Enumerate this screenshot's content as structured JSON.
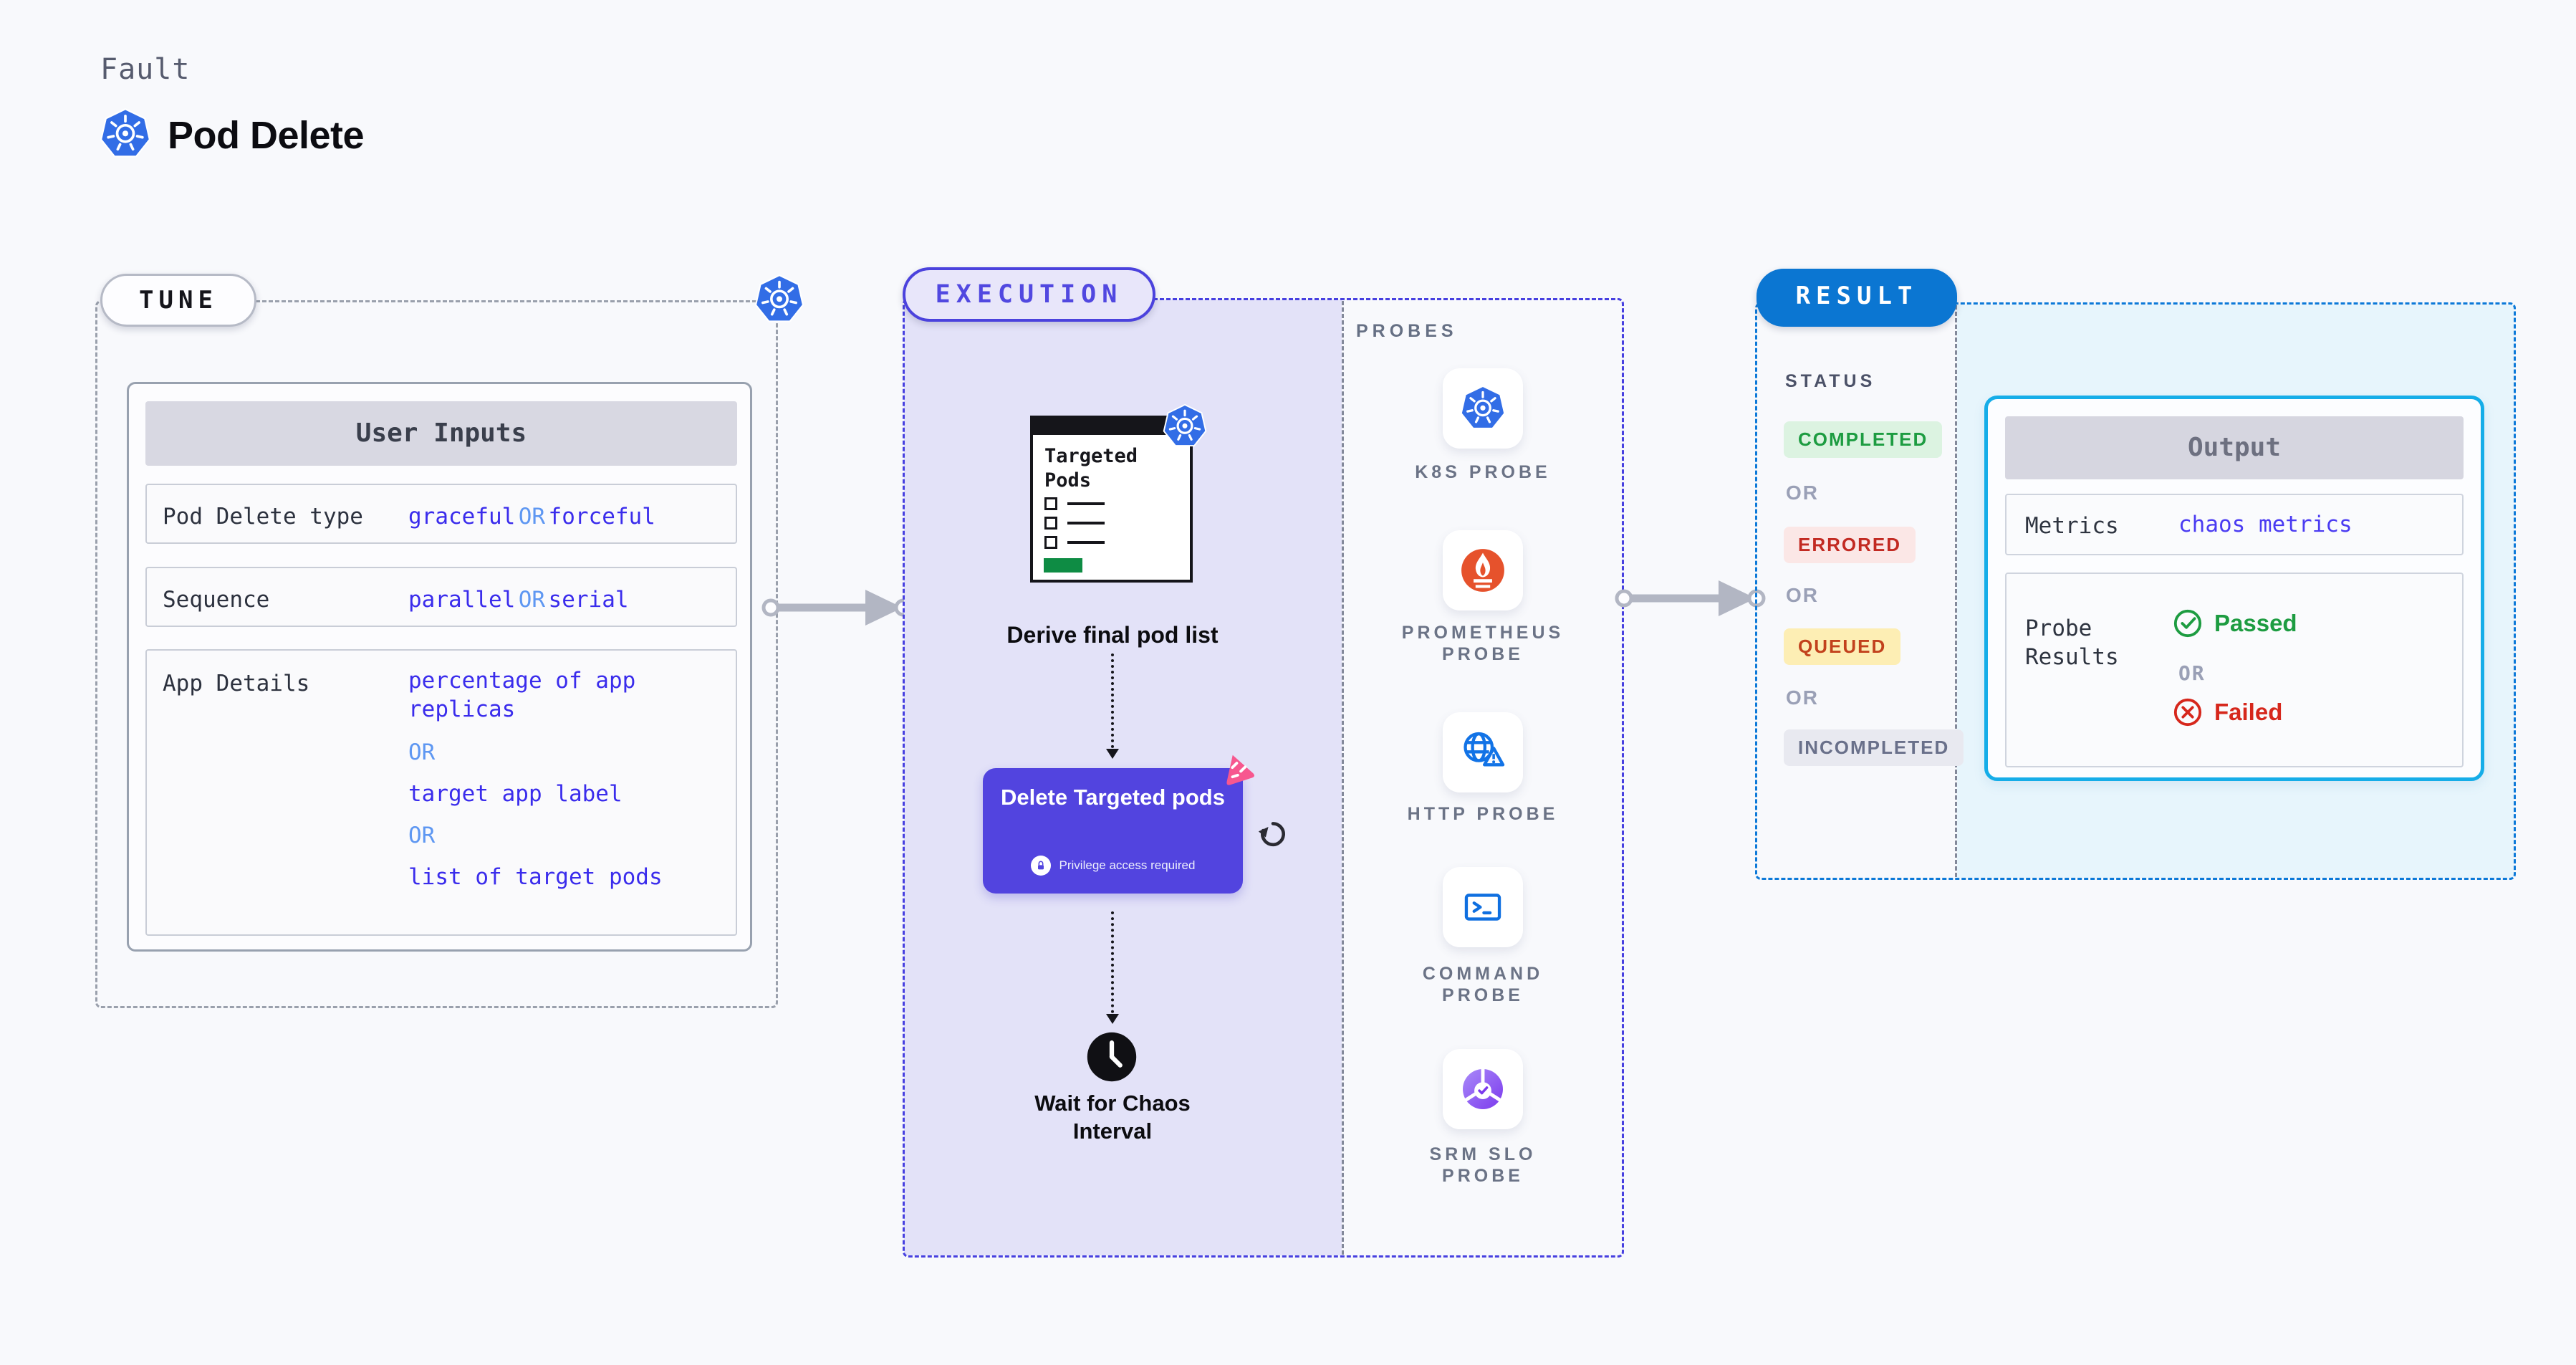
{
  "header": {
    "eyebrow": "Fault",
    "title": "Pod Delete"
  },
  "or_label": "OR",
  "tune": {
    "badge": "TUNE",
    "table": {
      "header": "User Inputs",
      "rows": [
        {
          "label": "Pod Delete type",
          "option1": "graceful",
          "option2": "forceful"
        },
        {
          "label": "Sequence",
          "option1": "parallel",
          "option2": "serial"
        },
        {
          "label": "App Details",
          "option1": "percentage of app replicas",
          "option2": "target app label",
          "option3": "list of target pods"
        }
      ]
    }
  },
  "execution": {
    "badge": "EXECUTION",
    "pods_card": {
      "title": "Targeted Pods"
    },
    "derive_step": "Derive final pod list",
    "delete_step": {
      "title": "Delete Targeted pods",
      "note": "Privilege access required"
    },
    "wait_step": "Wait for Chaos Interval"
  },
  "probes": {
    "header": "PROBES",
    "items": [
      {
        "label": "K8S PROBE",
        "icon": "kubernetes-icon"
      },
      {
        "label": "PROMETHEUS PROBE",
        "icon": "prometheus-icon"
      },
      {
        "label": "HTTP PROBE",
        "icon": "http-globe-icon"
      },
      {
        "label": "COMMAND PROBE",
        "icon": "terminal-icon"
      },
      {
        "label": "SRM SLO PROBE",
        "icon": "srm-slo-icon"
      }
    ]
  },
  "result": {
    "badge": "RESULT",
    "status_header": "STATUS",
    "statuses": [
      {
        "label": "COMPLETED",
        "fg": "#1d9c41",
        "bg": "#dcf3e1"
      },
      {
        "label": "ERRORED",
        "fg": "#c22a22",
        "bg": "#fbe7e6"
      },
      {
        "label": "QUEUED",
        "fg": "#c2411c",
        "bg": "#fdeeb4"
      },
      {
        "label": "INCOMPLETED",
        "fg": "#69708a",
        "bg": "#e8e9f0"
      }
    ],
    "output": {
      "header": "Output",
      "metrics_label": "Metrics",
      "metrics_value": "chaos metrics",
      "probe_results_label": "Probe Results",
      "passed": "Passed",
      "failed": "Failed"
    }
  },
  "colors": {
    "background": "#f8f9fc",
    "tune_border": "#9aa0ac",
    "execution_accent": "#4740e0",
    "execution_fill": "#e3e2f8",
    "result_accent": "#0c79d8",
    "result_fill": "#e7f5fc",
    "output_border": "#15ade8",
    "delete_button": "#5244df",
    "option_text": "#3a2cec",
    "or_text": "#5e97f2",
    "kubernetes_blue": "#326de6",
    "prometheus_orange": "#e6522c",
    "passed_green": "#1d9c41",
    "failed_red": "#d6271c",
    "connector_gray": "#b2b6c3",
    "targeted_pods_green": "#0e8c44",
    "chaos_pink": "#f7578f"
  }
}
